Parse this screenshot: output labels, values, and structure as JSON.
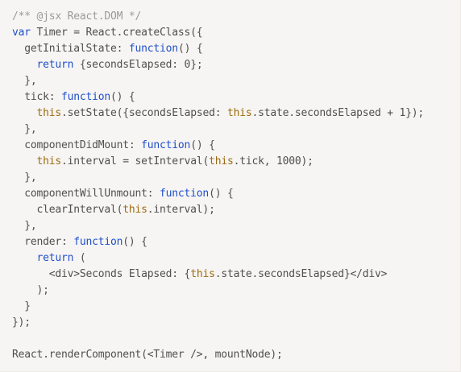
{
  "colors": {
    "background": "#f7f5f3",
    "plain": "#4f4f4f",
    "comment": "#9a9a9a",
    "keyword": "#1f4fc9",
    "this": "#9a6b10"
  },
  "code_lines": [
    [
      {
        "k": "comment",
        "t": "/** @jsx React.DOM */"
      }
    ],
    [
      {
        "k": "keyword",
        "t": "var"
      },
      {
        "k": "plain",
        "t": " Timer = React.createClass({"
      }
    ],
    [
      {
        "k": "plain",
        "t": "  getInitialState: "
      },
      {
        "k": "keyword",
        "t": "function"
      },
      {
        "k": "plain",
        "t": "() {"
      }
    ],
    [
      {
        "k": "plain",
        "t": "    "
      },
      {
        "k": "keyword",
        "t": "return"
      },
      {
        "k": "plain",
        "t": " {secondsElapsed: 0};"
      }
    ],
    [
      {
        "k": "plain",
        "t": "  },"
      }
    ],
    [
      {
        "k": "plain",
        "t": "  tick: "
      },
      {
        "k": "keyword",
        "t": "function"
      },
      {
        "k": "plain",
        "t": "() {"
      }
    ],
    [
      {
        "k": "plain",
        "t": "    "
      },
      {
        "k": "this",
        "t": "this"
      },
      {
        "k": "plain",
        "t": ".setState({secondsElapsed: "
      },
      {
        "k": "this",
        "t": "this"
      },
      {
        "k": "plain",
        "t": ".state.secondsElapsed + 1});"
      }
    ],
    [
      {
        "k": "plain",
        "t": "  },"
      }
    ],
    [
      {
        "k": "plain",
        "t": "  componentDidMount: "
      },
      {
        "k": "keyword",
        "t": "function"
      },
      {
        "k": "plain",
        "t": "() {"
      }
    ],
    [
      {
        "k": "plain",
        "t": "    "
      },
      {
        "k": "this",
        "t": "this"
      },
      {
        "k": "plain",
        "t": ".interval = setInterval("
      },
      {
        "k": "this",
        "t": "this"
      },
      {
        "k": "plain",
        "t": ".tick, 1000);"
      }
    ],
    [
      {
        "k": "plain",
        "t": "  },"
      }
    ],
    [
      {
        "k": "plain",
        "t": "  componentWillUnmount: "
      },
      {
        "k": "keyword",
        "t": "function"
      },
      {
        "k": "plain",
        "t": "() {"
      }
    ],
    [
      {
        "k": "plain",
        "t": "    clearInterval("
      },
      {
        "k": "this",
        "t": "this"
      },
      {
        "k": "plain",
        "t": ".interval);"
      }
    ],
    [
      {
        "k": "plain",
        "t": "  },"
      }
    ],
    [
      {
        "k": "plain",
        "t": "  render: "
      },
      {
        "k": "keyword",
        "t": "function"
      },
      {
        "k": "plain",
        "t": "() {"
      }
    ],
    [
      {
        "k": "plain",
        "t": "    "
      },
      {
        "k": "keyword",
        "t": "return"
      },
      {
        "k": "plain",
        "t": " ("
      }
    ],
    [
      {
        "k": "plain",
        "t": "      <div>Seconds Elapsed: {"
      },
      {
        "k": "this",
        "t": "this"
      },
      {
        "k": "plain",
        "t": ".state.secondsElapsed}</div>"
      }
    ],
    [
      {
        "k": "plain",
        "t": "    );"
      }
    ],
    [
      {
        "k": "plain",
        "t": "  }"
      }
    ],
    [
      {
        "k": "plain",
        "t": "});"
      }
    ],
    [
      {
        "k": "plain",
        "t": ""
      }
    ],
    [
      {
        "k": "plain",
        "t": "React.renderComponent(<Timer />, mountNode);"
      }
    ]
  ]
}
